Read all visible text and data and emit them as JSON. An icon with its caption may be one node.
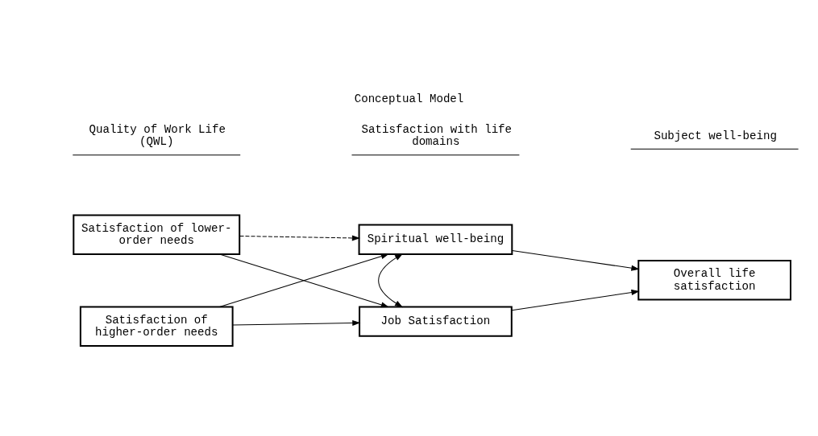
{
  "diagram": {
    "title": "Conceptual Model",
    "nodes": [
      {
        "text": [
          "Satisfaction of higher-order needs"
        ]
      },
      {
        "text": [
          "Satisfaction of lower-order needs"
        ]
      },
      {
        "text": [
          "Spiritual well-being"
        ]
      },
      {
        "text": [
          "Job Satisfaction"
        ]
      },
      {
        "text": [
          "Overall life satisfaction"
        ]
      }
    ],
    "edges": [
      {
        "from": 0,
        "to": 2,
        "arrow": "to"
      },
      {
        "from": 0,
        "to": 3,
        "arrow": "to"
      },
      {
        "from": 1,
        "to": 2,
        "arrow": "to",
        "style": "dashed"
      },
      {
        "from": 1,
        "to": 3,
        "arrow": "to"
      },
      {
        "from": 2,
        "to": 3,
        "arrow": "both"
      },
      {
        "from": 2,
        "to": 4,
        "arrow": "to"
      },
      {
        "from": 3,
        "to": 4,
        "arrow": "to"
      }
    ],
    "labels": [
      "Quality of Work Life (QWL)",
      "Satisfaction with life domains",
      "Subject well-being"
    ]
  }
}
